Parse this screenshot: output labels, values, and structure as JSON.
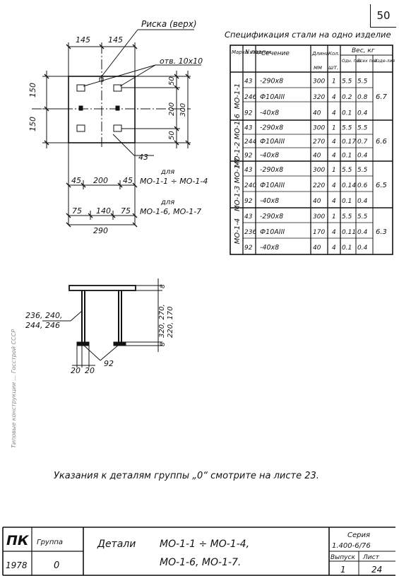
{
  "page_number": "50",
  "drawing": {
    "label_riska": "Риска (верх)",
    "dim_145_a": "145",
    "dim_145_b": "145",
    "label_hole": "отв. 10х10",
    "dim_150_a": "150",
    "dim_150_b": "150",
    "dim_50_a": "50",
    "dim_200_v": "200",
    "dim_300_v": "300",
    "dim_50_b": "50",
    "ref_43": "43",
    "row1": {
      "d1": "45",
      "d2": "200",
      "d3": "45",
      "for": "для",
      "marks": "МО-1-1 ÷ МО-1-4"
    },
    "row2": {
      "d1": "75",
      "d2": "140",
      "d3": "75",
      "for": "для",
      "marks": "МО-1-6, МО-1-7"
    },
    "dim_290": "290",
    "side_refs_1": "236, 240,",
    "side_refs_2": "244, 246",
    "dim_heights_1": "320, 270,",
    "dim_heights_2": "220, 170",
    "dim_8_top": "8",
    "dim_8_bot": "8",
    "dim_20_a": "20",
    "dim_20_b": "20",
    "ref_92": "92"
  },
  "spec": {
    "title": "Спецификация стали на одно изделие",
    "headers": {
      "mark": "Марка изделия",
      "pos": "N поз.",
      "section": "Сечение",
      "length": "Длина",
      "length_unit": "мм",
      "qty": "Кол.",
      "qty_unit": "шт.",
      "weight": "Вес, кг",
      "w_one": "Одн. поз.",
      "w_all": "Всех поз.",
      "w_item": "Изде-лия"
    },
    "groups": [
      {
        "mark": "МО-1-1",
        "total": "6.7",
        "rows": [
          {
            "pos": "43",
            "section": "-290х8",
            "length": "300",
            "qty": "1",
            "w1": "5.5",
            "w2": "5.5"
          },
          {
            "pos": "246",
            "section": "Ф10АIII",
            "length": "320",
            "qty": "4",
            "w1": "0.2",
            "w2": "0.8"
          },
          {
            "pos": "92",
            "section": "-40х8",
            "length": "40",
            "qty": "4",
            "w1": "0.1",
            "w2": "0.4"
          }
        ]
      },
      {
        "mark": "МО-1-2 МО-1-6",
        "total": "6.6",
        "rows": [
          {
            "pos": "43",
            "section": "-290х8",
            "length": "300",
            "qty": "1",
            "w1": "5.5",
            "w2": "5.5"
          },
          {
            "pos": "244",
            "section": "Ф10АIII",
            "length": "270",
            "qty": "4",
            "w1": "0.17",
            "w2": "0.7"
          },
          {
            "pos": "92",
            "section": "-40х8",
            "length": "40",
            "qty": "4",
            "w1": "0.1",
            "w2": "0.4"
          }
        ]
      },
      {
        "mark": "МО-1-3 МО-1-7",
        "total": "6.5",
        "rows": [
          {
            "pos": "43",
            "section": "-290х8",
            "length": "300",
            "qty": "1",
            "w1": "5.5",
            "w2": "5.5"
          },
          {
            "pos": "240",
            "section": "Ф10АIII",
            "length": "220",
            "qty": "4",
            "w1": "0.14",
            "w2": "0.6"
          },
          {
            "pos": "92",
            "section": "-40х8",
            "length": "40",
            "qty": "4",
            "w1": "0.1",
            "w2": "0.4"
          }
        ]
      },
      {
        "mark": "МО-1-4",
        "total": "6.3",
        "rows": [
          {
            "pos": "43",
            "section": "-290х8",
            "length": "300",
            "qty": "1",
            "w1": "5.5",
            "w2": "5.5"
          },
          {
            "pos": "236",
            "section": "Ф10АIII",
            "length": "170",
            "qty": "4",
            "w1": "0.11",
            "w2": "0.4"
          },
          {
            "pos": "92",
            "section": "-40х8",
            "length": "40",
            "qty": "4",
            "w1": "0.1",
            "w2": "0.4"
          }
        ]
      }
    ]
  },
  "note": "Указания к деталям группы „0“ смотрите на листе 23.",
  "title_block": {
    "logo": "ПК",
    "group_label": "Группа",
    "year": "1978",
    "group_value": "0",
    "name_word": "Детали",
    "name_line1": "МО-1-1 ÷ МО-1-4,",
    "name_line2": "МО-1-6,  МО-1-7.",
    "series_label": "Серия",
    "series_value": "1.400-6/76",
    "issue_label": "Выпуск",
    "sheet_label": "Лист",
    "issue_value": "1",
    "sheet_value": "24"
  },
  "margin_text": "Типовые конструкции ... Госстрой СССР"
}
